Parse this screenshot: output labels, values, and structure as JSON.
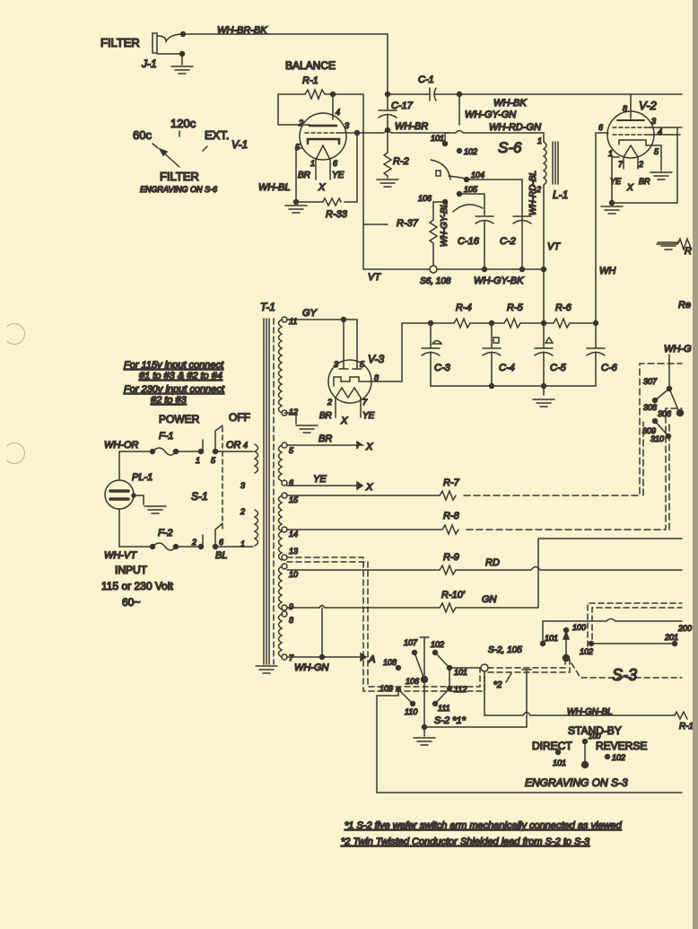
{
  "colors": {
    "paper": "#fbf2cf",
    "ink": "#3a3530",
    "edge": "#a89c86"
  },
  "labels": {
    "filter_jack": "FILTER",
    "j1": "J-1",
    "wh_br_bk": "WH-BR-BK",
    "balance": "BALANCE",
    "r1": "R-1",
    "v1": "V-1",
    "wh_bl": "WH-BL",
    "r33": "R-33",
    "c1": "C-1",
    "c17": "C-17",
    "wh_br": "WH-BR",
    "r2": "R-2",
    "wh_bk": "WH-BK",
    "wh_gy_gn": "WH-GY-GN",
    "wh_rd_gn": "WH-RD-GN",
    "s6": "S-6",
    "l1": "L-1",
    "wh_rd_bl": "WH-RD-BL",
    "r37": "R-37",
    "wh_gy_bl": "WH-GY-BL",
    "c16": "C-16",
    "c2": "C-2",
    "vt": "VT",
    "s6_108": "S6, 108",
    "wh_gy_bk": "WH-GY-BK",
    "v2": "V-2",
    "wh": "WH",
    "t1": "T-1",
    "gy": "GY",
    "v3": "V-3",
    "r4": "R-4",
    "r5": "R-5",
    "r6": "R-6",
    "c3": "C-3",
    "c4": "C-4",
    "c5": "C-5",
    "c6": "C-6",
    "br": "BR",
    "ye": "YE",
    "x": "X",
    "a": "A",
    "r7": "R-7",
    "r8": "R-8",
    "r9": "R-9",
    "rd": "RD",
    "r10": "R-10'",
    "gn": "GN",
    "wh_gn": "WH-GN",
    "power": "POWER",
    "off": "OFF",
    "f1": "F-1",
    "f2": "F-2",
    "wh_or": "WH-OR",
    "wh_vt": "WH-VT",
    "or": "OR",
    "bl": "BL",
    "s1": "S-1",
    "pl1": "PL-1",
    "s2_105": "S-2, 105",
    "s2_note": "S-2 *1*",
    "twin_mark": "*2",
    "s3": "S-3",
    "wh_gn_bl": "WH-GN-BL",
    "r_partial": "R-1",
    "wh_g_partial": "WH-G",
    "re_partial": "Re",
    "r_cut": "R"
  },
  "filter_switch": {
    "positions": [
      "60c",
      "120c",
      "EXT."
    ],
    "title": "FILTER",
    "engraving": "ENGRAVING ON S-6"
  },
  "input_block": {
    "title": "INPUT",
    "voltage": "115 or 230 Volt",
    "freq": "60~"
  },
  "wiring_note": [
    "For 115v input connect",
    "#1 to #3 & #2 to #4",
    "For 230v input connect",
    "#2 to #3"
  ],
  "standby_switch": {
    "title": "STAND-BY",
    "left": "DIRECT",
    "right": "REVERSE",
    "center_pin": "100",
    "left_pin": "101",
    "right_pin": "102",
    "engraving": "ENGRAVING ON S-3"
  },
  "pins": {
    "v1": [
      "2",
      "4",
      "3",
      "5",
      "1",
      "6"
    ],
    "v2": [
      "8",
      "3",
      "6",
      "4",
      "1",
      "5",
      "7",
      "2"
    ],
    "v3": [
      "3",
      "5",
      "8",
      "2",
      "7"
    ],
    "s6": [
      "101",
      "102",
      "104",
      "105",
      "106"
    ],
    "l1": [
      "1",
      "2"
    ],
    "t1_primary": [
      "4",
      "3",
      "2",
      "1"
    ],
    "t1_secondary": [
      "11",
      "12",
      "5",
      "6",
      "15",
      "14",
      "13",
      "10",
      "9",
      "8",
      "7"
    ],
    "s1": [
      "1",
      "5",
      "2",
      "6"
    ],
    "s2": [
      "107",
      "102",
      "108",
      "106",
      "101",
      "109",
      "112",
      "110",
      "111"
    ],
    "s3": [
      "101",
      "100",
      "102",
      "201",
      "200"
    ],
    "s3_right": [
      "307",
      "308",
      "306",
      "309",
      "310"
    ]
  },
  "footnotes": [
    "*1  S-2  five wafer switch arm mechanically connected as viewed",
    "*2  Twin Twisted Conductor Shielded lead from S-2 to S-3"
  ]
}
